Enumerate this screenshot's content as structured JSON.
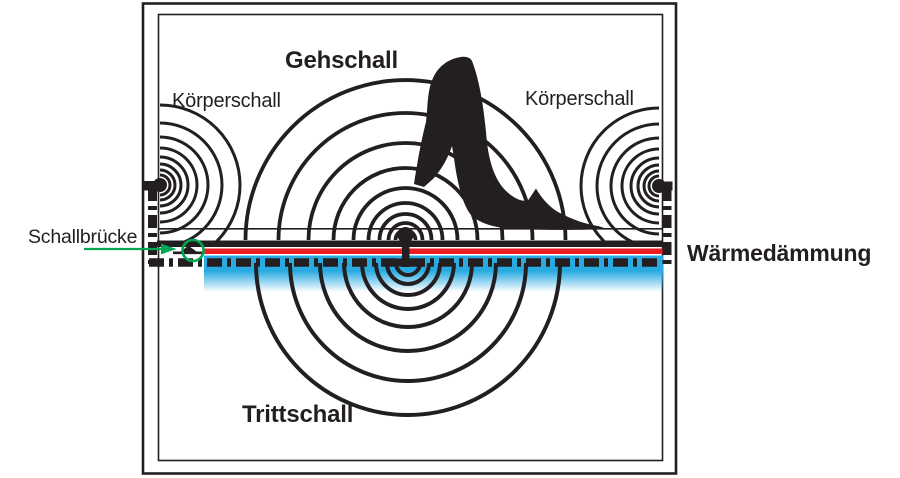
{
  "diagram": {
    "labels": {
      "gehschall": "Gehschall",
      "koerperschall_left": "Körperschall",
      "koerperschall_right": "Körperschall",
      "trittschall": "Trittschall",
      "schallbruecke": "Schallbrücke",
      "waermedaemmung": "Wärmedämmung"
    },
    "colors": {
      "line_black": "#231f20",
      "sealing_red": "#ec1c24",
      "insulation_cyan": "#29abe2",
      "marker_green": "#00a651",
      "background": "#ffffff"
    }
  }
}
